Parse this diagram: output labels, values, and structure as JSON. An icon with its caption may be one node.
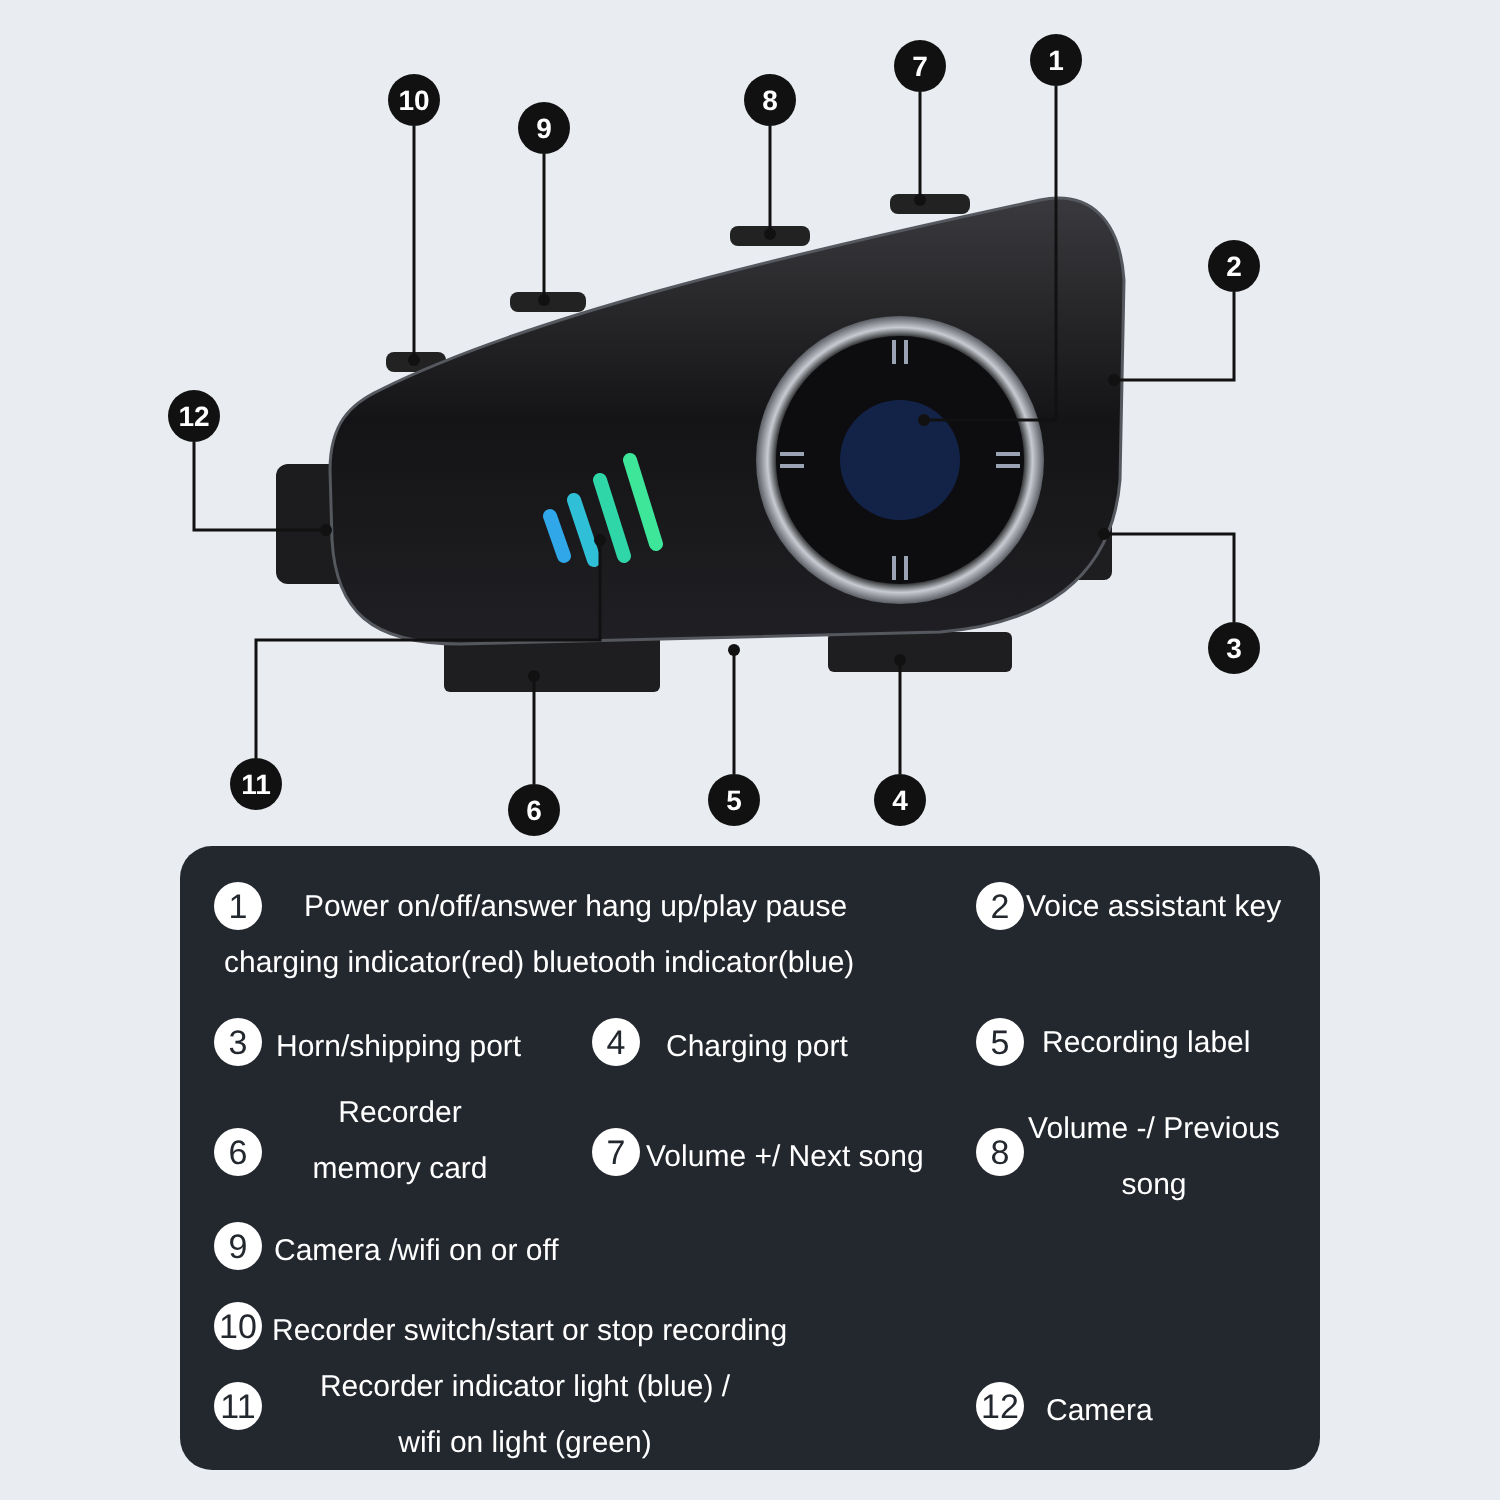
{
  "diagram": {
    "nodes": [
      {
        "text": [
          "1"
        ]
      },
      {
        "text": [
          "2"
        ]
      },
      {
        "text": [
          "3"
        ]
      },
      {
        "text": [
          "4"
        ]
      },
      {
        "text": [
          "5"
        ]
      },
      {
        "text": [
          "6"
        ]
      },
      {
        "text": [
          "7"
        ]
      },
      {
        "text": [
          "8"
        ]
      },
      {
        "text": [
          "9"
        ]
      },
      {
        "text": [
          "10"
        ]
      },
      {
        "text": [
          "11"
        ]
      },
      {
        "text": [
          "12"
        ]
      }
    ],
    "edges": [
      {
        "from": 0,
        "to": null,
        "arrow": "other"
      },
      {
        "from": 1,
        "to": null,
        "arrow": "other"
      },
      {
        "from": 2,
        "to": null,
        "arrow": "other"
      },
      {
        "from": 3,
        "to": null,
        "arrow": "other"
      },
      {
        "from": 4,
        "to": null,
        "arrow": "other"
      },
      {
        "from": 5,
        "to": null,
        "arrow": "other"
      },
      {
        "from": 6,
        "to": null,
        "arrow": "other"
      },
      {
        "from": 7,
        "to": null,
        "arrow": "other"
      },
      {
        "from": 8,
        "to": null,
        "arrow": "other"
      },
      {
        "from": 9,
        "to": null,
        "arrow": "other"
      },
      {
        "from": 10,
        "to": null,
        "arrow": "other"
      },
      {
        "from": 11,
        "to": null,
        "arrow": "other"
      }
    ],
    "labels": [
      "1",
      "Power on/off/answer hang up/play pause charging indicator(red) bluetooth indicator(blue)",
      "2",
      "Voice assistant key",
      "3",
      "Horn/shipping port",
      "4",
      "Charging port",
      "5",
      "Recording label",
      "6",
      "Recorder memory card",
      "7",
      "Volume +/ Next song",
      "8",
      "Volume -/ Previous song",
      "9",
      "Camera /wifi on or off",
      "10",
      "Recorder switch/start or stop recording",
      "11",
      "Recorder indicator light (blue) / wifi on light (green)",
      "12",
      "Camera"
    ]
  }
}
